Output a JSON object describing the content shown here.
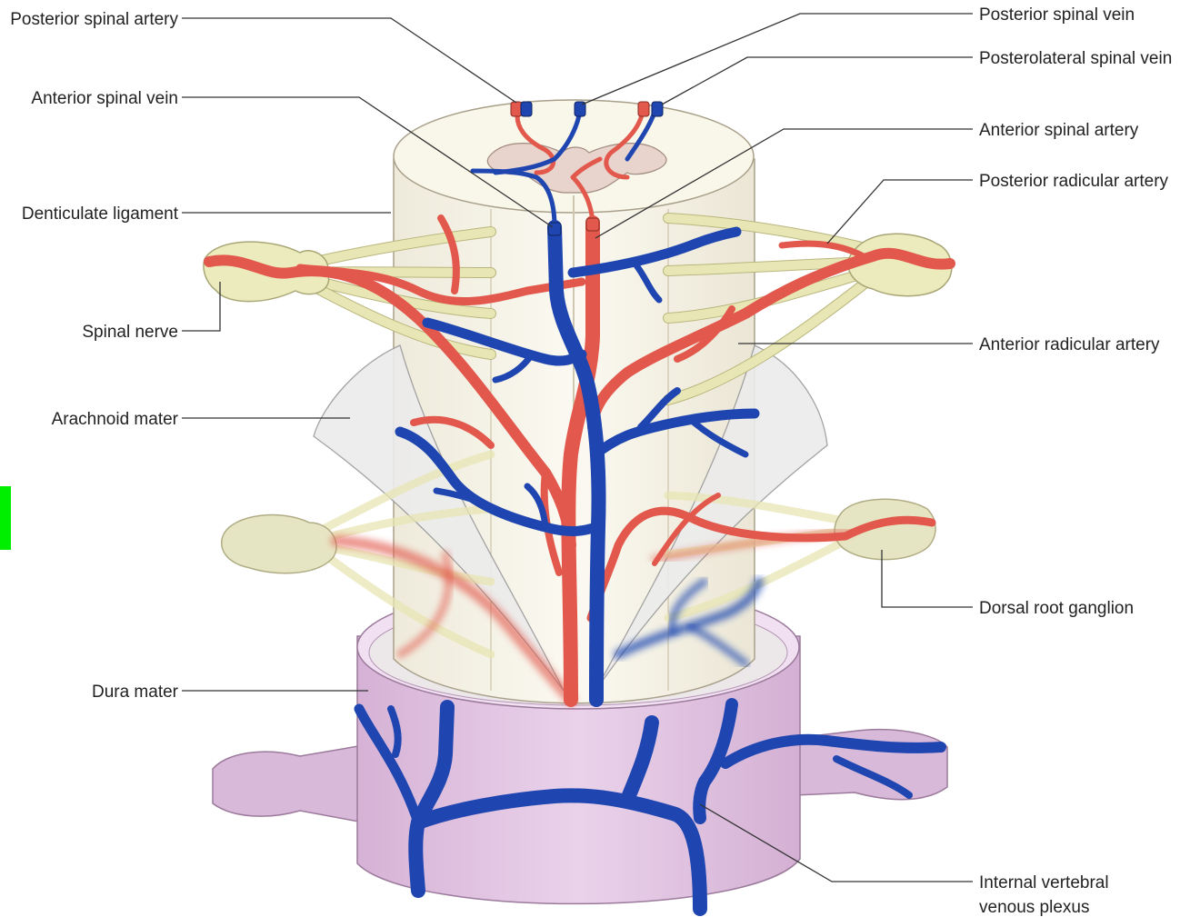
{
  "labels": {
    "posterior_spinal_artery": "Posterior spinal artery",
    "anterior_spinal_vein": "Anterior spinal vein",
    "denticulate_ligament": "Denticulate ligament",
    "spinal_nerve": "Spinal nerve",
    "arachnoid_mater": "Arachnoid mater",
    "dura_mater": "Dura mater",
    "posterior_spinal_vein": "Posterior spinal vein",
    "posterolateral_spinal_vein": "Posterolateral spinal vein",
    "anterior_spinal_artery": "Anterior spinal artery",
    "posterior_radicular_artery": "Posterior radicular artery",
    "anterior_radicular_artery": "Anterior radicular artery",
    "dorsal_root_ganglion": "Dorsal root ganglion",
    "internal_vertebral_venous_plexus_line1": "Internal vertebral",
    "internal_vertebral_venous_plexus_line2": "venous plexus"
  },
  "colors": {
    "artery": "#e2584c",
    "vein": "#1f46b0",
    "cord": "#f7f3e6",
    "nerve_root": "#e8e6b4",
    "dura": "#dcbcdc",
    "arachnoid": "#e6e6e6",
    "marker": "#00ee00"
  }
}
